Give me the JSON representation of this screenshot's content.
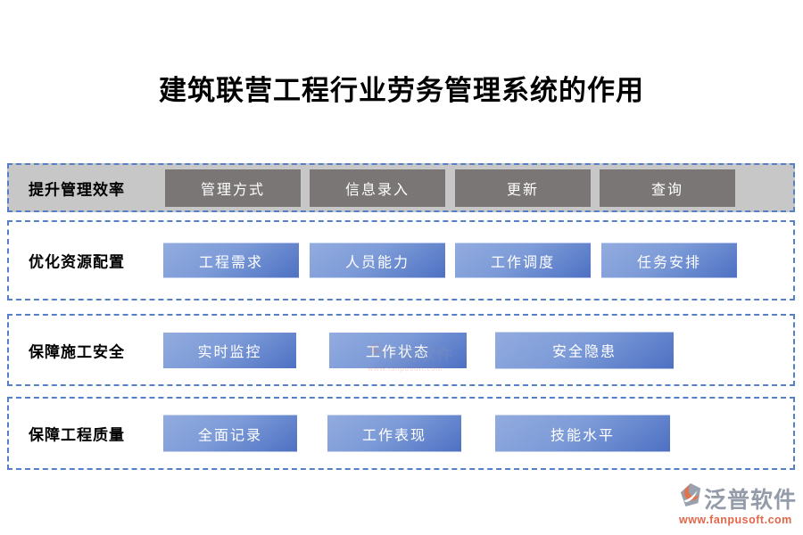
{
  "title": "建筑联营工程行业劳务管理系统的作用",
  "rows": [
    {
      "label": "提升管理效率",
      "buttons": [
        "管理方式",
        "信息录入",
        "更新",
        "查询"
      ]
    },
    {
      "label": "优化资源配置",
      "buttons": [
        "工程需求",
        "人员能力",
        "工作调度",
        "任务安排"
      ]
    },
    {
      "label": "保障施工安全",
      "buttons": [
        "实时监控",
        "工作状态",
        "安全隐患"
      ]
    },
    {
      "label": "保障工程质量",
      "buttons": [
        "全面记录",
        "工作表现",
        "技能水平"
      ]
    }
  ],
  "branding": {
    "name": "泛普软件",
    "website": "www.fanpusoft.com"
  },
  "colors": {
    "dashed_border": "#5580c8",
    "header_row_bg": "#c7c7c7",
    "gray_button": "#7a7676",
    "blue_button_top": "#93acdf",
    "blue_button_bottom": "#4d70c3",
    "brand_gray": "#949ba9",
    "brand_orange": "#e2674a"
  }
}
